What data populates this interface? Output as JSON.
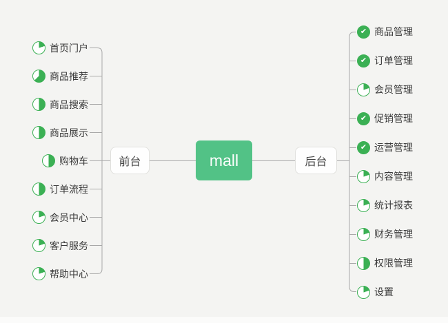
{
  "root": {
    "label": "mall"
  },
  "branches": {
    "left": {
      "node_label": "前台",
      "items": [
        {
          "label": "首页门户",
          "status": "pie",
          "progress": 0.2
        },
        {
          "label": "商品推荐",
          "status": "pie",
          "progress": 0.625
        },
        {
          "label": "商品搜索",
          "status": "pie",
          "progress": 0.5
        },
        {
          "label": "商品展示",
          "status": "pie",
          "progress": 0.5
        },
        {
          "label": "购物车",
          "status": "pie",
          "progress": 0.5
        },
        {
          "label": "订单流程",
          "status": "pie",
          "progress": 0.5
        },
        {
          "label": "会员中心",
          "status": "pie",
          "progress": 0.2
        },
        {
          "label": "客户服务",
          "status": "pie",
          "progress": 0.2
        },
        {
          "label": "帮助中心",
          "status": "pie",
          "progress": 0.2
        }
      ]
    },
    "right": {
      "node_label": "后台",
      "items": [
        {
          "label": "商品管理",
          "status": "done",
          "progress": 1
        },
        {
          "label": "订单管理",
          "status": "done",
          "progress": 1
        },
        {
          "label": "会员管理",
          "status": "pie",
          "progress": 0.2
        },
        {
          "label": "促销管理",
          "status": "done",
          "progress": 1
        },
        {
          "label": "运营管理",
          "status": "done",
          "progress": 1
        },
        {
          "label": "内容管理",
          "status": "pie",
          "progress": 0.2
        },
        {
          "label": "统计报表",
          "status": "pie",
          "progress": 0.2
        },
        {
          "label": "财务管理",
          "status": "pie",
          "progress": 0.2
        },
        {
          "label": "权限管理",
          "status": "pie",
          "progress": 0.5
        },
        {
          "label": "设置",
          "status": "pie",
          "progress": 0.2
        }
      ]
    }
  },
  "icons": {
    "done_glyph": "✔"
  },
  "colors": {
    "icon_green": "#3bb054",
    "root_green": "#52c286",
    "line_gray": "#a8a8a8",
    "background": "#f4f4f2",
    "text": "#3a3a3a"
  }
}
